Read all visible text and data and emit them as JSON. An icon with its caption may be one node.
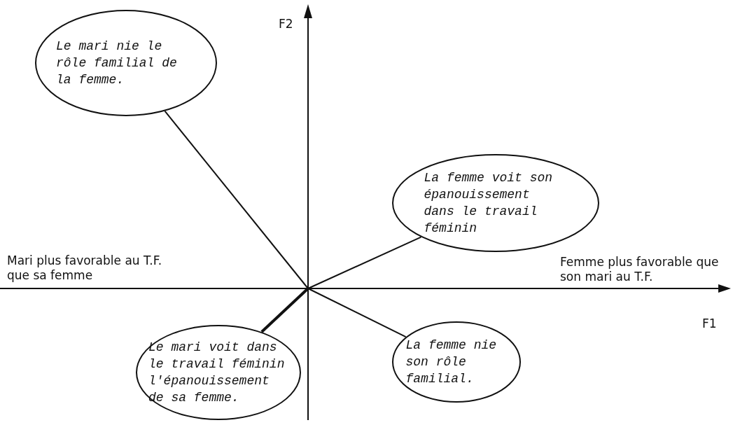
{
  "diagram": {
    "nodes": [
      {
        "text": [
          "Le mari nie le rôle familial de la femme."
        ]
      },
      {
        "text": [
          "La femme voit son épanouissement dans le travail féminin"
        ]
      },
      {
        "text": [
          "Le mari voit dans le travail féminin l'épanouissement de sa femme."
        ]
      },
      {
        "text": [
          "La femme nie son rôle familial."
        ]
      }
    ],
    "edges": [
      {
        "from": null,
        "to": 0,
        "arrow": "none"
      },
      {
        "from": null,
        "to": 1,
        "arrow": "none"
      },
      {
        "from": null,
        "to": 2,
        "arrow": "none",
        "style": "thick"
      },
      {
        "from": null,
        "to": 3,
        "arrow": "none"
      }
    ],
    "labels": [
      "F2",
      "Mari plus favorable au T.F. que sa femme",
      "Femme plus favorable que son mari au T.F.",
      "F1"
    ]
  }
}
